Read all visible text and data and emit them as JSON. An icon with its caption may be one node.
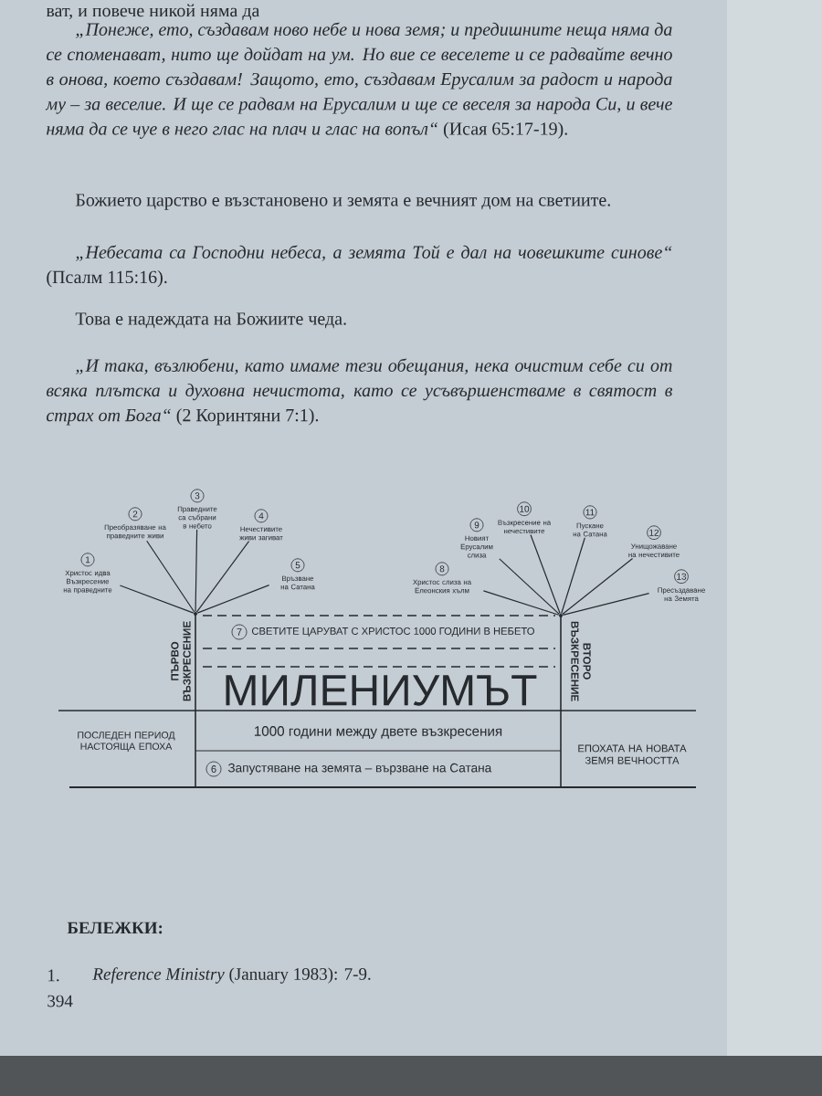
{
  "diagram": {
    "nodes": [
      {
        "text": [
          "1",
          "Христос идва Възкресение на праведните"
        ]
      },
      {
        "text": [
          "2",
          "Преобразяване на праведните живи"
        ]
      },
      {
        "text": [
          "3",
          "Праведните са събрани в небето"
        ]
      },
      {
        "text": [
          "4",
          "Нечестивите живи загиват"
        ]
      },
      {
        "text": [
          "5",
          "Връзване на Сатана"
        ]
      },
      {
        "text": [],
        "shape": "dot"
      },
      {
        "text": [
          "8",
          "Христос слиза на Елеонския хълм"
        ]
      },
      {
        "text": [
          "9",
          "Новият Ерусалим слиза"
        ]
      },
      {
        "text": [
          "10",
          "Възкресение на нечестивите"
        ]
      },
      {
        "text": [
          "11",
          "Пускане на Сатана"
        ]
      },
      {
        "text": [
          "12",
          "Унищожаване на нечестивите"
        ]
      },
      {
        "text": [
          "13",
          "Пресъздаване на Земята"
        ]
      },
      {
        "text": [],
        "shape": "dot"
      }
    ],
    "edges": [
      {
        "from": 0,
        "to": 5,
        "arrow": "none"
      },
      {
        "from": 1,
        "to": 5,
        "arrow": "none"
      },
      {
        "from": 2,
        "to": 5,
        "arrow": "none"
      },
      {
        "from": 3,
        "to": 5,
        "arrow": "none"
      },
      {
        "from": 4,
        "to": 5,
        "arrow": "none"
      },
      {
        "from": 6,
        "to": 12,
        "arrow": "none"
      },
      {
        "from": 7,
        "to": 12,
        "arrow": "none"
      },
      {
        "from": 8,
        "to": 12,
        "arrow": "none"
      },
      {
        "from": 9,
        "to": 12,
        "arrow": "none"
      },
      {
        "from": 10,
        "to": 12,
        "arrow": "none"
      },
      {
        "from": 11,
        "to": 12,
        "arrow": "none"
      }
    ],
    "labels": [
      "ват, и повече никой няма да",
      "*„Понеже, ето, създавам ново небе и нова земя; и предишните неща няма да се споменават, нито ще дойдат на ум. Но вие се веселете и се радвайте вечно в онова, което създавам! Защото, ето, създавам Ерусалим за радост и народа му – за веселие. И ще се радвам на Ерусалим и ще се веселя за народа Си, и вече няма да се чуе в него глас на плач и глас на вопъл“* (Исая 65:17-19).",
      "Божието царство е възстановено и земята е вечният дом на светиите.",
      "*„Небесата са Господни небеса, а земята Той е дал на човешките синове“* (Псалм 115:16).",
      "Това е надеждата на Божиите чеда.",
      "*„И така, възлюбени, като имаме тези обещания, нека очистим себе си от всяка плътска и духовна нечистота, като се усъвършенстваме в святост в страх от Бога“* (2 Коринтяни 7:1).",
      "ПЪРВО ВЪЗКРЕСЕНИЕ",
      "7",
      "СВЕТИТЕ ЦАРУВАТ С ХРИСТОС 1000 ГОДИНИ В НЕБЕТО",
      "ВТОРО ВЪЗКРЕСЕНИЕ",
      "МИЛЕНИУМЪТ",
      "ПОСЛЕДЕН ПЕРИОД НАСТОЯЩА ЕПОХА",
      "1000 години между двете възкресения",
      "6",
      "Запустяване на земята – вързване на Сатана",
      "ЕПОХАТА НА НОВАТА ЗЕМЯ ВЕЧНОСТТА",
      "БЕЛЕЖКИ:",
      "1.",
      "*Reference Ministry* (January 1983): 7-9.",
      "394"
    ]
  }
}
